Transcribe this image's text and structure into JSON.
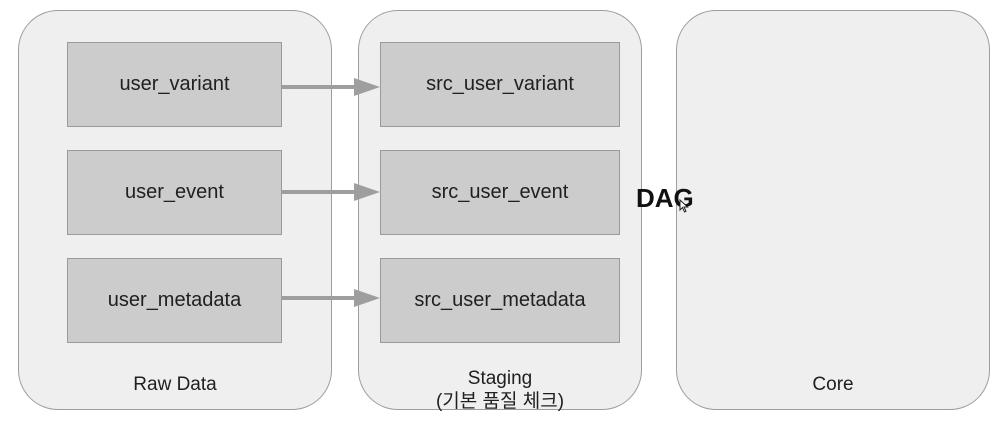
{
  "panels": {
    "raw": {
      "label": "Raw Data"
    },
    "staging": {
      "label_line1": "Staging",
      "label_line2": "(기본 품질 체크)"
    },
    "core": {
      "label": "Core"
    }
  },
  "raw_nodes": [
    "user_variant",
    "user_event",
    "user_metadata"
  ],
  "staging_nodes": [
    "src_user_variant",
    "src_user_event",
    "src_user_metadata"
  ],
  "dag_label": "DAG",
  "colors": {
    "panel_fill": "#efefef",
    "panel_border": "#9e9e9e",
    "node_fill": "#cccccc",
    "arrow": "#9e9e9e"
  },
  "icons": {
    "cursor": "mouse-pointer-icon"
  }
}
